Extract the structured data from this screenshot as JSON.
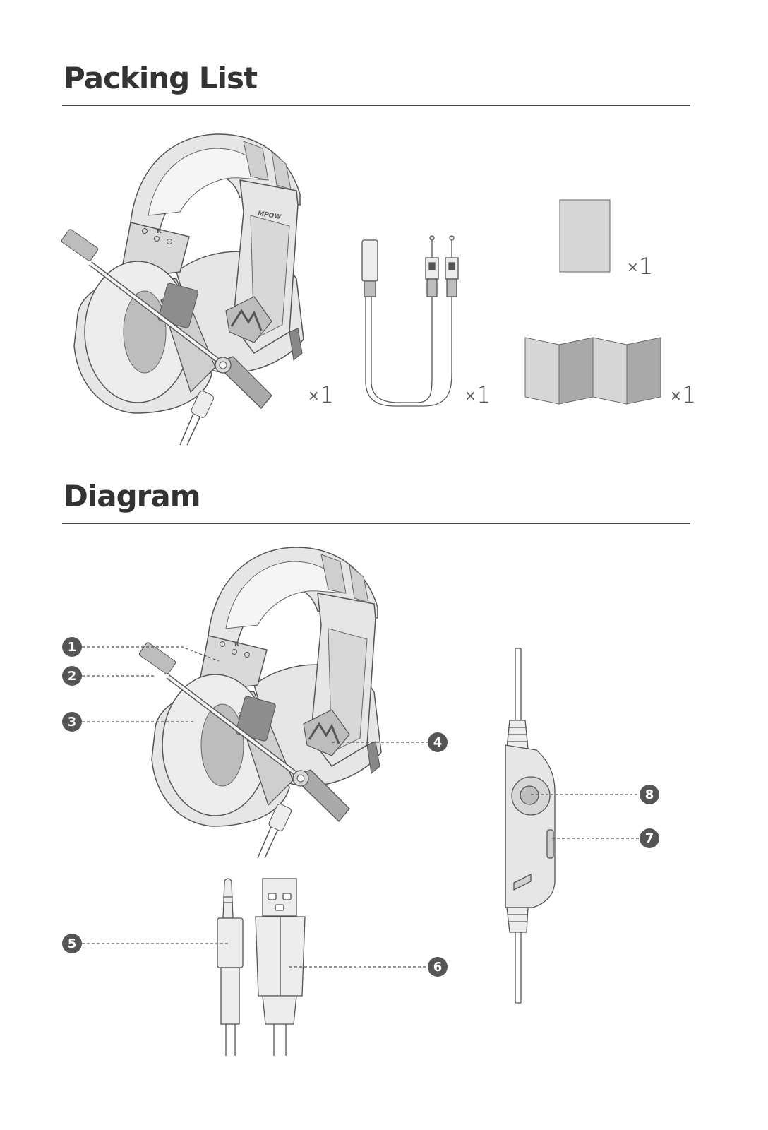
{
  "packing_list": {
    "title": "Packing List",
    "items": [
      {
        "name": "headset",
        "qty_prefix": "×",
        "qty_value": "1"
      },
      {
        "name": "splitter-cable",
        "qty_prefix": "×",
        "qty_value": "1"
      },
      {
        "name": "card",
        "qty_prefix": "×",
        "qty_value": "1"
      },
      {
        "name": "manual",
        "qty_prefix": "×",
        "qty_value": "1"
      }
    ]
  },
  "diagram": {
    "title": "Diagram",
    "callouts": [
      "1",
      "2",
      "3",
      "4",
      "5",
      "6",
      "7",
      "8"
    ]
  },
  "headset_brand": "MPOW",
  "colors": {
    "line": "#555555",
    "fill_light": "#e6e6e6",
    "fill_mid": "#cfcfcf",
    "fill_dark": "#a9a9a9",
    "callout": "#555555"
  }
}
